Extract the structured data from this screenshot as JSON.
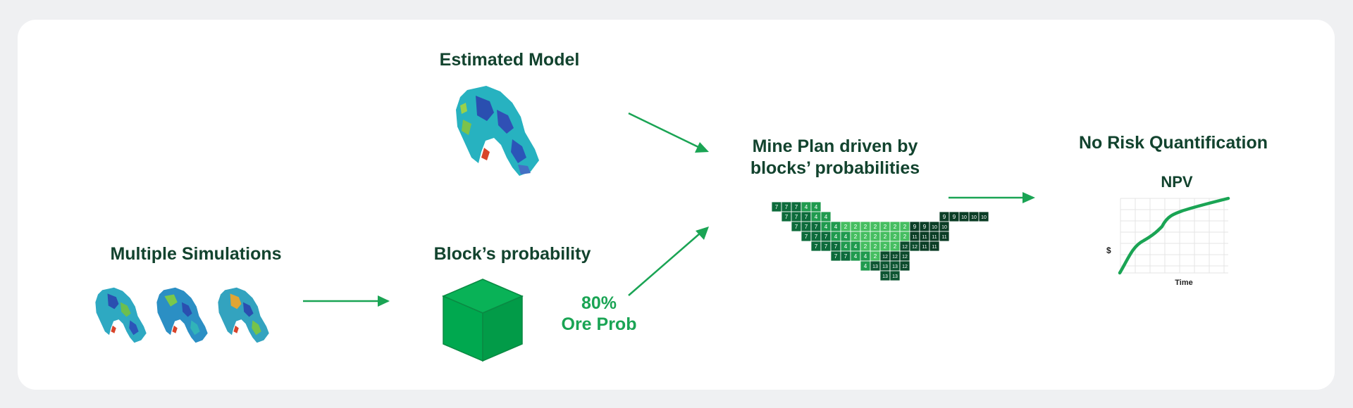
{
  "diagram": {
    "estimated_model_title": "Estimated Model",
    "multiple_simulations_title": "Multiple Simulations",
    "block_probability_title": "Block’s probability",
    "ore_prob_value": "80%",
    "ore_prob_label": "Ore Prob",
    "mine_plan_title": "Mine Plan driven by\nblocks’ probabilities",
    "no_risk_title": "No Risk Quantification",
    "npv_title": "NPV",
    "npv_ylabel": "$",
    "npv_xlabel": "Time"
  },
  "colors": {
    "accent_green": "#1aa454",
    "title_green": "#12432e",
    "cube_green": "#00a84f"
  },
  "mine_plan_grid": [
    [
      "7",
      "7",
      "7",
      "4",
      "4"
    ],
    [
      "7",
      "7",
      "7",
      "4",
      "4",
      "",
      "",
      "",
      "",
      "",
      "",
      "",
      "",
      "",
      "",
      "",
      "9",
      "9",
      "10",
      "10",
      "10"
    ],
    [
      "7",
      "7",
      "7",
      "4",
      "4",
      "2",
      "2",
      "2",
      "2",
      "2",
      "2",
      "2",
      "9",
      "9",
      "10",
      "10"
    ],
    [
      "7",
      "7",
      "7",
      "4",
      "4",
      "2",
      "2",
      "2",
      "2",
      "2",
      "2",
      "11",
      "11",
      "11",
      "11"
    ],
    [
      "7",
      "7",
      "7",
      "4",
      "4",
      "2",
      "2",
      "2",
      "2",
      "12",
      "12",
      "11",
      "11"
    ],
    [
      "7",
      "7",
      "4",
      "4",
      "2",
      "12",
      "12",
      "12"
    ],
    [
      "4",
      "13",
      "13",
      "13",
      "12"
    ],
    [
      "13",
      "13"
    ]
  ]
}
